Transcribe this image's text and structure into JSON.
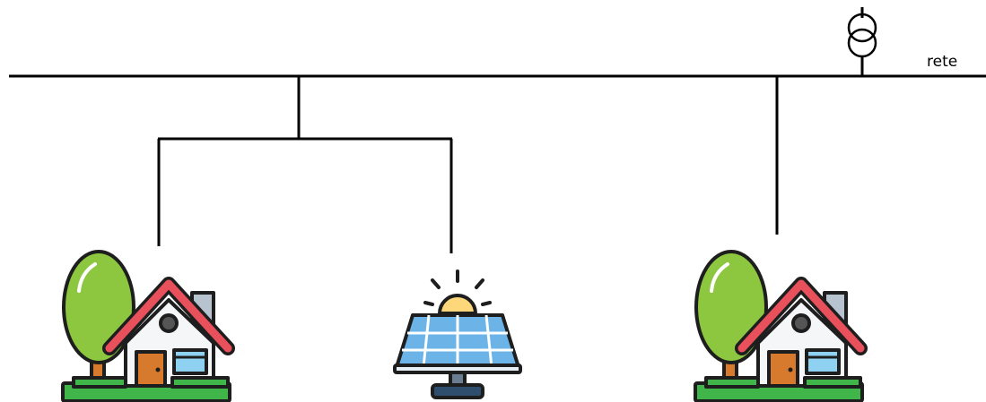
{
  "diagram": {
    "grid_label": "rete",
    "nodes": [
      {
        "id": "house-left",
        "icon": "house-icon"
      },
      {
        "id": "solar-panel",
        "icon": "solar-panel-icon"
      },
      {
        "id": "house-right",
        "icon": "house-icon"
      }
    ],
    "transformer_icon": "transformer-icon",
    "colors": {
      "line": "#000000",
      "tree": "#8dc63f",
      "roof": "#e8505b",
      "door": "#d87a2e",
      "window": "#8ed1f0",
      "grass": "#3fb54a",
      "panel": "#6cb4e8",
      "sun": "#fdd77a"
    }
  }
}
